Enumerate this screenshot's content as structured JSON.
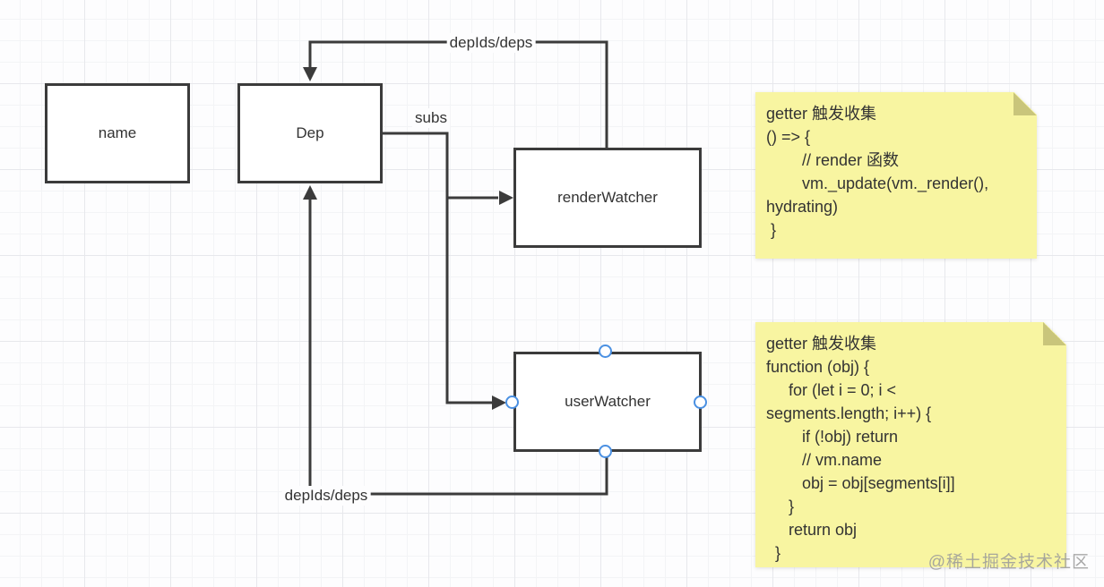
{
  "colors": {
    "line": "#3b3b3b",
    "accent": "#4a90e2",
    "note-bg": "#f8f5a1",
    "note-fold": "#c9c57b",
    "text": "#333333",
    "watermark": "#9a9a9a"
  },
  "nodes": [
    {
      "id": "name",
      "label": "name"
    },
    {
      "id": "dep",
      "label": "Dep"
    },
    {
      "id": "renderWatcher",
      "label": "renderWatcher"
    },
    {
      "id": "userWatcher",
      "label": "userWatcher"
    }
  ],
  "edges": {
    "top_loop_label": "depIds/deps",
    "subs_label": "subs",
    "bottom_loop_label": "depIds/deps"
  },
  "notes": [
    {
      "id": "render-getter-note",
      "text": "getter 触发收集\n() => {\n        // render 函数\n        vm._update(vm._render(),\nhydrating)\n }"
    },
    {
      "id": "user-getter-note",
      "text": "getter 触发收集\nfunction (obj) {\n     for (let i = 0; i <\nsegments.length; i++) {\n        if (!obj) return\n        // vm.name\n        obj = obj[segments[i]]\n     }\n     return obj\n  }"
    }
  ],
  "watermark": "@稀土掘金技术社区"
}
